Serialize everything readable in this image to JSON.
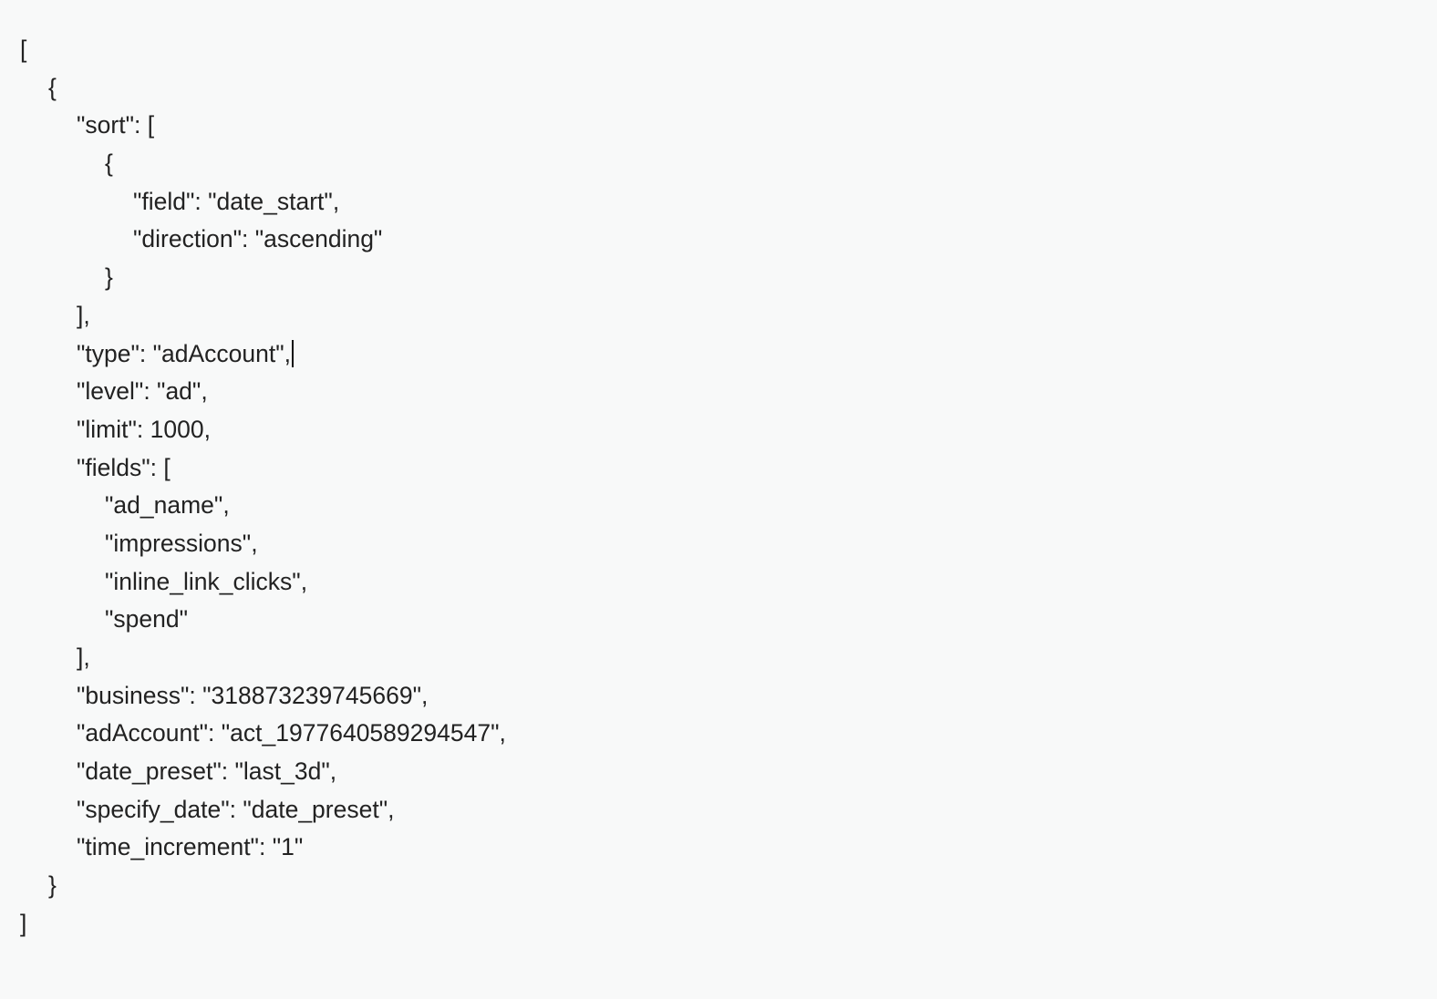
{
  "editor": {
    "indent": "    ",
    "caret_line_index": 8,
    "lines": [
      {
        "level": 0,
        "text": "["
      },
      {
        "level": 1,
        "text": "{"
      },
      {
        "level": 2,
        "text": "\"sort\": ["
      },
      {
        "level": 3,
        "text": "{"
      },
      {
        "level": 4,
        "text": "\"field\": \"date_start\","
      },
      {
        "level": 4,
        "text": "\"direction\": \"ascending\""
      },
      {
        "level": 3,
        "text": "}"
      },
      {
        "level": 2,
        "text": "],"
      },
      {
        "level": 2,
        "text": "\"type\": \"adAccount\","
      },
      {
        "level": 2,
        "text": "\"level\": \"ad\","
      },
      {
        "level": 2,
        "text": "\"limit\": 1000,"
      },
      {
        "level": 2,
        "text": "\"fields\": ["
      },
      {
        "level": 3,
        "text": "\"ad_name\","
      },
      {
        "level": 3,
        "text": "\"impressions\","
      },
      {
        "level": 3,
        "text": "\"inline_link_clicks\","
      },
      {
        "level": 3,
        "text": "\"spend\""
      },
      {
        "level": 2,
        "text": "],"
      },
      {
        "level": 2,
        "text": "\"business\": \"318873239745669\","
      },
      {
        "level": 2,
        "text": "\"adAccount\": \"act_1977640589294547\","
      },
      {
        "level": 2,
        "text": "\"date_preset\": \"last_3d\","
      },
      {
        "level": 2,
        "text": "\"specify_date\": \"date_preset\","
      },
      {
        "level": 2,
        "text": "\"time_increment\": \"1\""
      },
      {
        "level": 1,
        "text": "}"
      },
      {
        "level": 0,
        "text": "]"
      }
    ]
  }
}
